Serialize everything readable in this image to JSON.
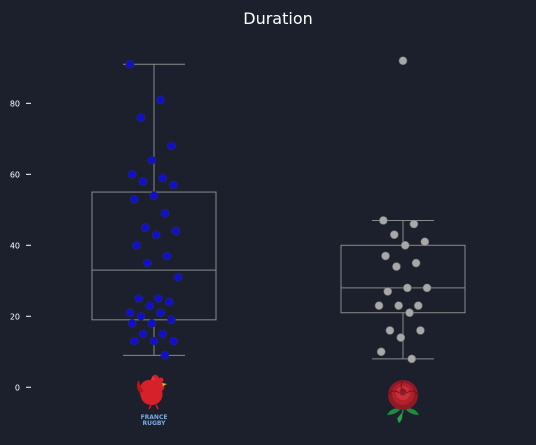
{
  "chart_data": {
    "type": "box",
    "title": "Duration",
    "xlabel": "",
    "ylabel": "",
    "ylim": [
      -5,
      97
    ],
    "yticks": [
      0,
      20,
      40,
      60,
      80
    ],
    "grid": false,
    "groups": [
      {
        "logo": "france-rugby-rooster-logo",
        "logo_text": [
          "FRANCE",
          "RUGBY"
        ],
        "box_color": "#8a8a8a",
        "point_color": "#0f0fcc",
        "stats": {
          "min": 9,
          "q1": 19,
          "median": 33,
          "q3": 55,
          "max": 91
        },
        "values": [
          91,
          81,
          76,
          68,
          64,
          60,
          59,
          58,
          57,
          54,
          53,
          49,
          45,
          44,
          43,
          40,
          37,
          35,
          31,
          25,
          25,
          24,
          23,
          21,
          21,
          20,
          19,
          18,
          18,
          15,
          15,
          13,
          13,
          13,
          9
        ]
      },
      {
        "logo": "england-rose-logo",
        "logo_text": [],
        "box_color": "#8a8a8a",
        "point_color": "#a8a8a8",
        "stats": {
          "min": 8,
          "q1": 21,
          "median": 28,
          "q3": 40,
          "max": 47
        },
        "outliers": [
          92
        ],
        "values": [
          92,
          47,
          46,
          43,
          41,
          40,
          37,
          35,
          34,
          28,
          28,
          27,
          23,
          23,
          23,
          21,
          16,
          16,
          14,
          10,
          8
        ]
      }
    ]
  }
}
